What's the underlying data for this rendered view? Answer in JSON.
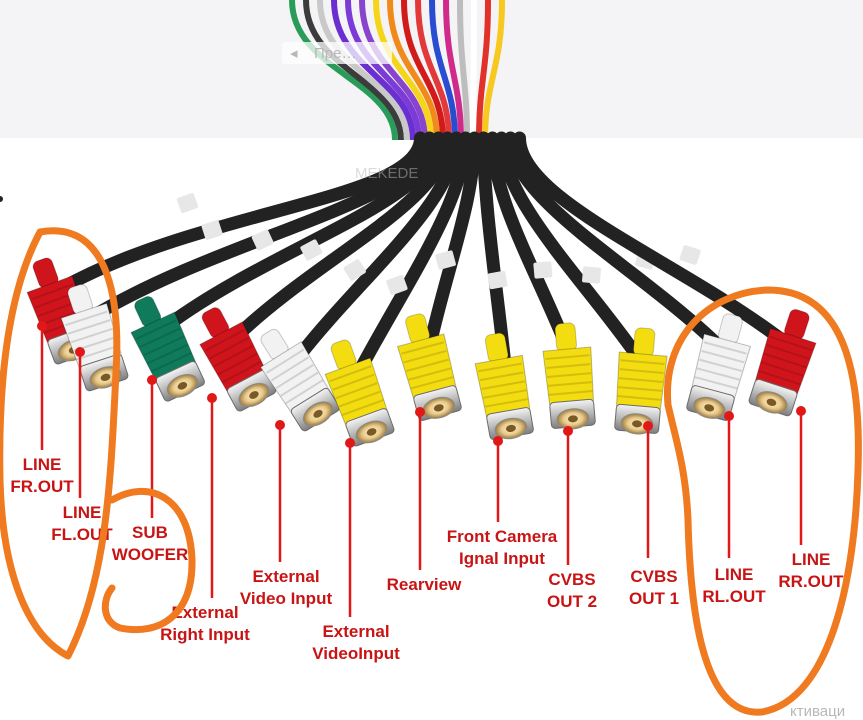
{
  "top_photo": {
    "overlay_text": "Пре…"
  },
  "connectors": [
    {
      "id": "line-fr-out",
      "color": "#d0141c",
      "label_lines": [
        "LINE",
        "FR.OUT"
      ]
    },
    {
      "id": "line-fl-out",
      "color": "#f2f2f2",
      "label_lines": [
        "LINE",
        "FL.OUT"
      ]
    },
    {
      "id": "sub-woofer",
      "color": "#0f7b5a",
      "label_lines": [
        "SUB",
        "WOOFER"
      ]
    },
    {
      "id": "external-right-input",
      "color": "#d0141c",
      "label_lines": [
        "External",
        "Right Input"
      ]
    },
    {
      "id": "external-video-input",
      "color": "#f2f2f2",
      "label_lines": [
        "External",
        "Video Input"
      ]
    },
    {
      "id": "external-videoinput",
      "color": "#f3dc10",
      "label_lines": [
        "External",
        "VideoInput"
      ]
    },
    {
      "id": "rearview",
      "color": "#f3dc10",
      "label_lines": [
        "Rearview"
      ]
    },
    {
      "id": "front-camera-signal-input",
      "color": "#f3dc10",
      "label_lines": [
        "Front Camera",
        "Ignal Input"
      ]
    },
    {
      "id": "cvbs-out-2",
      "color": "#f3dc10",
      "label_lines": [
        "CVBS",
        "OUT 2"
      ]
    },
    {
      "id": "cvbs-out-1",
      "color": "#f3dc10",
      "label_lines": [
        "CVBS",
        "OUT 1"
      ]
    },
    {
      "id": "line-rl-out",
      "color": "#f2f2f2",
      "label_lines": [
        "LINE",
        "RL.OUT"
      ]
    },
    {
      "id": "line-rr-out",
      "color": "#d0141c",
      "label_lines": [
        "LINE",
        "RR.OUT"
      ]
    }
  ],
  "colors": {
    "label": "#c81414",
    "marker": "#e01818",
    "annotation_circle": "#f07a20",
    "cable": "#222222"
  },
  "watermark": {
    "center": "MEKEDE",
    "corner": "ктиваци"
  }
}
